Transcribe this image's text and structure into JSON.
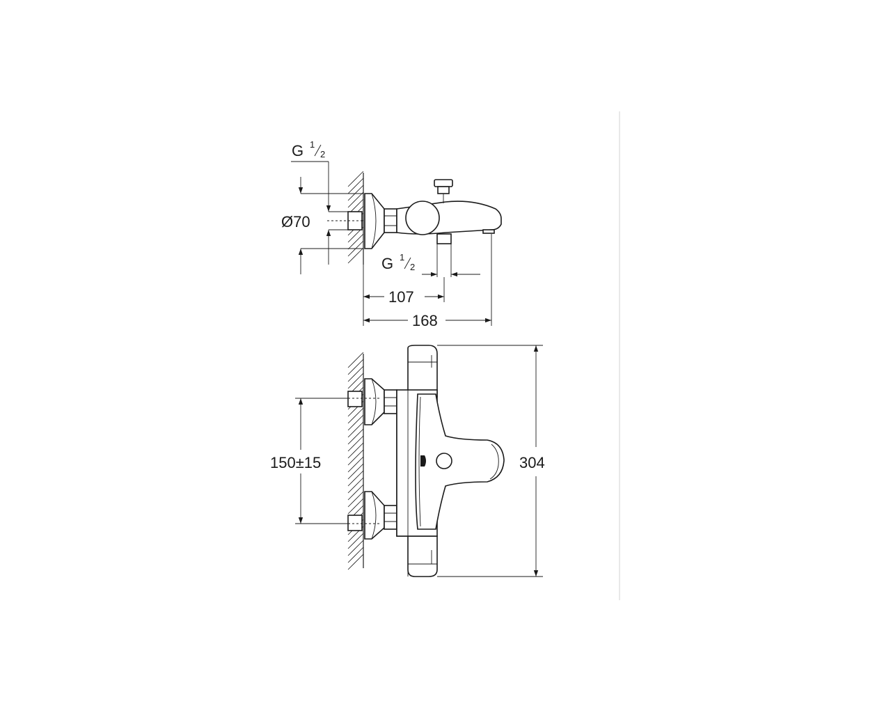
{
  "colors": {
    "line": "#1a1a1a",
    "divider": "#d0d0d0",
    "background": "#ffffff"
  },
  "side_view": {
    "thread_top": {
      "letter": "G",
      "num": "1",
      "den": "2"
    },
    "diameter_label": "Ø70",
    "thread_bottom": {
      "letter": "G",
      "num": "1",
      "den": "2"
    },
    "dim_107": "107",
    "dim_168": "168"
  },
  "front_view": {
    "dim_spacing": "150±15",
    "dim_height": "304"
  }
}
